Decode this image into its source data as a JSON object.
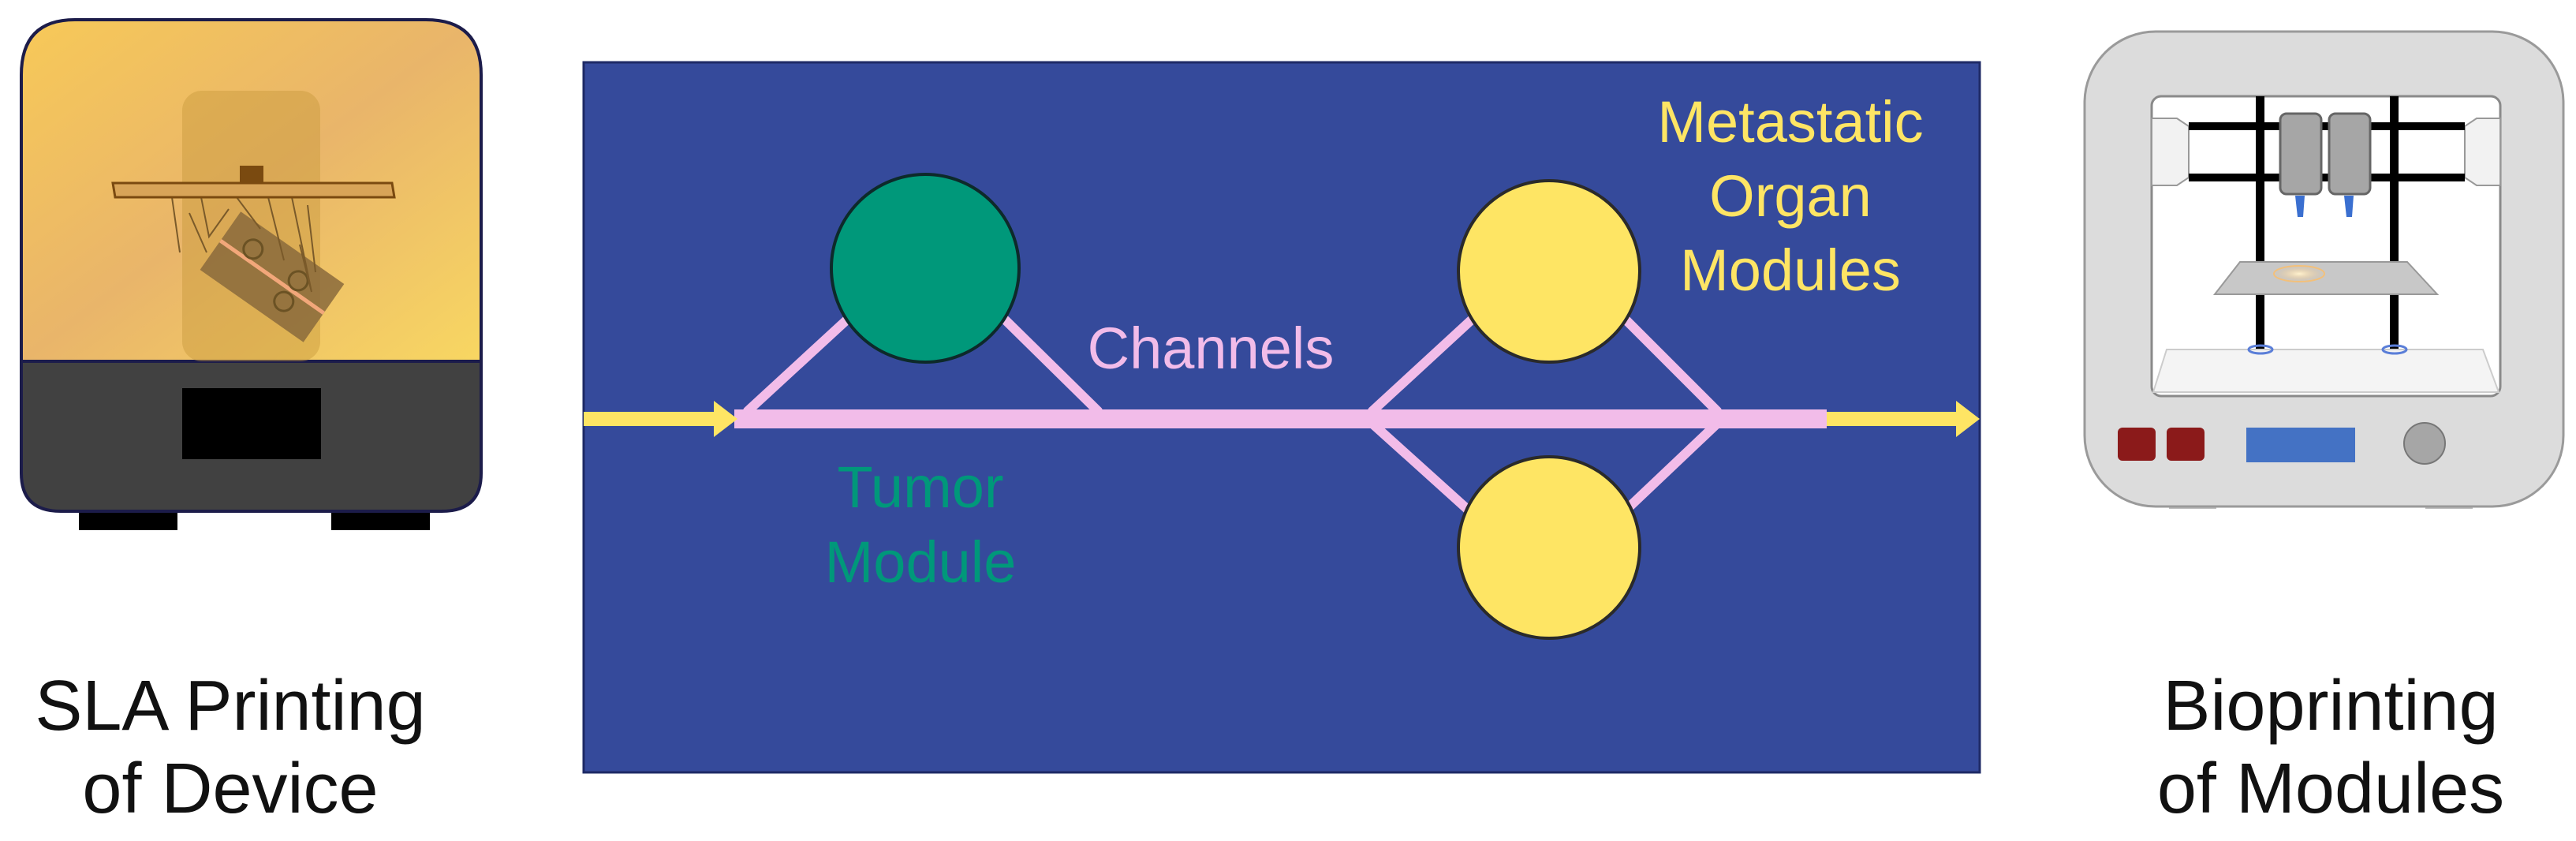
{
  "left_panel": {
    "label_line1": "SLA Printing",
    "label_line2": "of Device",
    "icon": "sla-printer-icon"
  },
  "right_panel": {
    "label_line1": "Bioprinting",
    "label_line2": "of Modules",
    "icon": "bioprinter-icon"
  },
  "device": {
    "channels_label": "Channels",
    "tumor_label_line1": "Tumor",
    "tumor_label_line2": "Module",
    "organ_label_line1": "Metastatic",
    "organ_label_line2": "Organ",
    "organ_label_line3": "Modules"
  },
  "colors": {
    "device_background": "#354a9b",
    "tumor_module": "#00987a",
    "organ_module": "#fee564",
    "channel": "#f2bce9",
    "flow_arrow": "#fee564"
  }
}
